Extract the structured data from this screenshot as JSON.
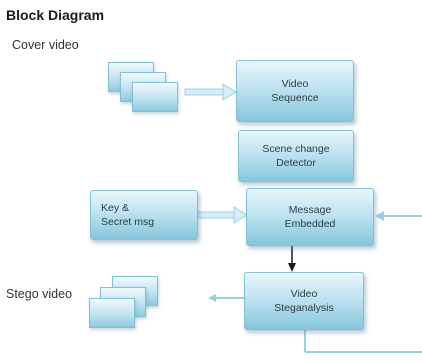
{
  "title": "Block Diagram",
  "labels": {
    "cover_video": "Cover video",
    "stego_video": "Stego video"
  },
  "boxes": {
    "video_sequence": [
      "Video",
      "Sequence"
    ],
    "scene_change": [
      "Scene change",
      "Detector"
    ],
    "key_secret": [
      "Key &",
      "Secret msg"
    ],
    "message_embedded": [
      "Message",
      "Embedded"
    ],
    "video_steganalysis": [
      "Video",
      "Steganalysis"
    ]
  },
  "colors": {
    "box_light": "#e9f6fb",
    "box_dark": "#86c6dc",
    "box_border": "#86bfd4",
    "connector": "#bfe3f0",
    "arrow_dark": "#1a1a1a"
  }
}
